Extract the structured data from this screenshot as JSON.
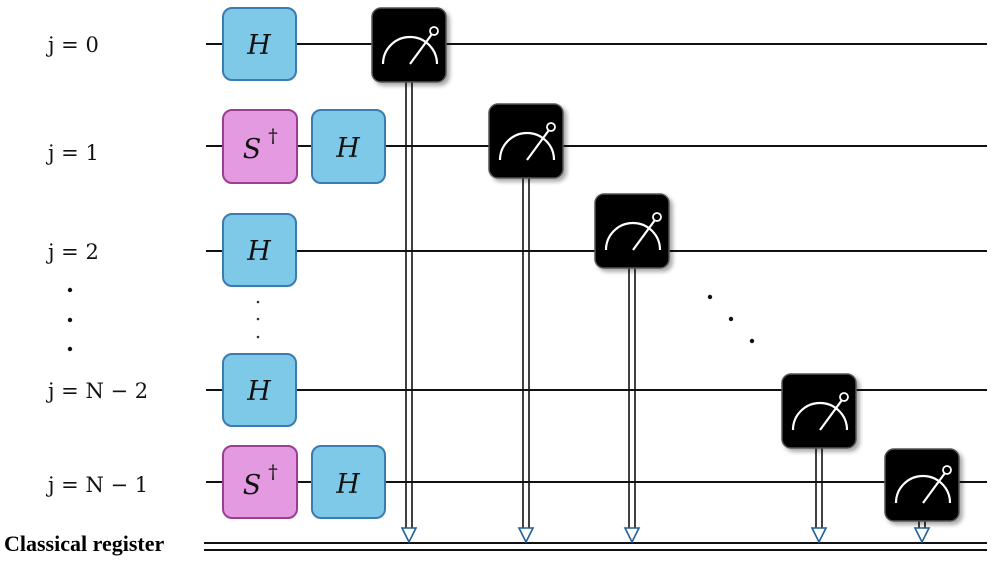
{
  "qubits": [
    {
      "label": "j = 0",
      "gates": [
        {
          "type": "H",
          "text": "H"
        }
      ]
    },
    {
      "label": "j = 1",
      "gates": [
        {
          "type": "Sdg",
          "text": "S",
          "sup": "†"
        },
        {
          "type": "H",
          "text": "H"
        }
      ]
    },
    {
      "label": "j = 2",
      "gates": [
        {
          "type": "H",
          "text": "H"
        }
      ]
    },
    {
      "label": "j = N − 2",
      "gates": [
        {
          "type": "H",
          "text": "H"
        }
      ]
    },
    {
      "label": "j = N − 1",
      "gates": [
        {
          "type": "Sdg",
          "text": "S",
          "sup": "†"
        },
        {
          "type": "H",
          "text": "H"
        }
      ]
    }
  ],
  "register_label": "Classical register",
  "colors": {
    "h_gate_fill": "#7ec8e8",
    "h_gate_stroke": "#3a7bb0",
    "s_gate_fill": "#e49ae0",
    "s_gate_stroke": "#9b3d92",
    "meter_fill": "#000000",
    "meter_stroke": "#555555",
    "wire": "#111111",
    "arrowhead": "#1f5f98"
  },
  "icons": [
    "measurement-meter-icon",
    "vertical-ellipsis-icon",
    "diagonal-ellipsis-icon",
    "arrowhead-icon"
  ]
}
